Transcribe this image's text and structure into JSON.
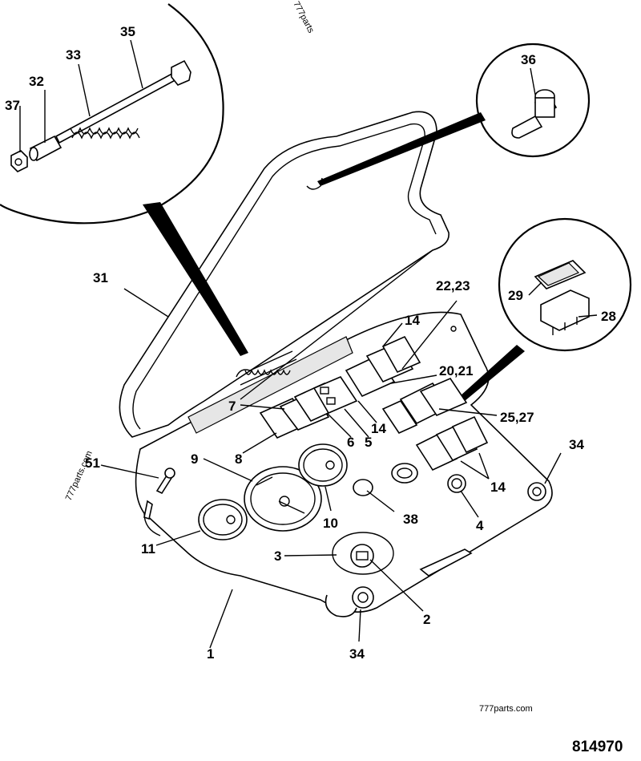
{
  "diagram": {
    "callouts": [
      {
        "id": "c1",
        "text": "1"
      },
      {
        "id": "c2",
        "text": "2"
      },
      {
        "id": "c3",
        "text": "3"
      },
      {
        "id": "c4",
        "text": "4"
      },
      {
        "id": "c5",
        "text": "5"
      },
      {
        "id": "c6",
        "text": "6"
      },
      {
        "id": "c7",
        "text": "7"
      },
      {
        "id": "c8",
        "text": "8"
      },
      {
        "id": "c9",
        "text": "9"
      },
      {
        "id": "c10",
        "text": "10"
      },
      {
        "id": "c11",
        "text": "11"
      },
      {
        "id": "c14a",
        "text": "14"
      },
      {
        "id": "c14b",
        "text": "14"
      },
      {
        "id": "c14c",
        "text": "14"
      },
      {
        "id": "c2021",
        "text": "20,21"
      },
      {
        "id": "c2223",
        "text": "22,23"
      },
      {
        "id": "c2527",
        "text": "25,27"
      },
      {
        "id": "c28",
        "text": "28"
      },
      {
        "id": "c29",
        "text": "29"
      },
      {
        "id": "c31",
        "text": "31"
      },
      {
        "id": "c32",
        "text": "32"
      },
      {
        "id": "c33",
        "text": "33"
      },
      {
        "id": "c34a",
        "text": "34"
      },
      {
        "id": "c34b",
        "text": "34"
      },
      {
        "id": "c35",
        "text": "35"
      },
      {
        "id": "c36",
        "text": "36"
      },
      {
        "id": "c37",
        "text": "37"
      },
      {
        "id": "c38",
        "text": "38"
      },
      {
        "id": "c51",
        "text": "51"
      }
    ],
    "watermarks": {
      "top": "777parts",
      "side": "777parts.com",
      "bottom": "777parts.com"
    },
    "drawing_number": "814970"
  }
}
